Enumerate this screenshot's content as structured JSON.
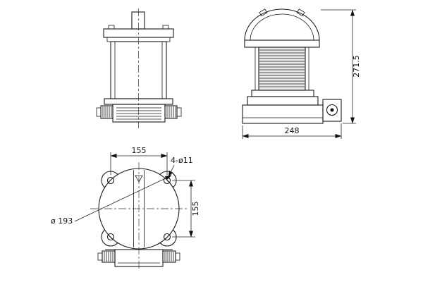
{
  "drawing": {
    "dim_height": "271.5",
    "dim_width": "248",
    "dim_flange_w": "155",
    "dim_flange_h": "155",
    "hole_callout": "4-ø11",
    "dia_callout": "ø 193"
  }
}
